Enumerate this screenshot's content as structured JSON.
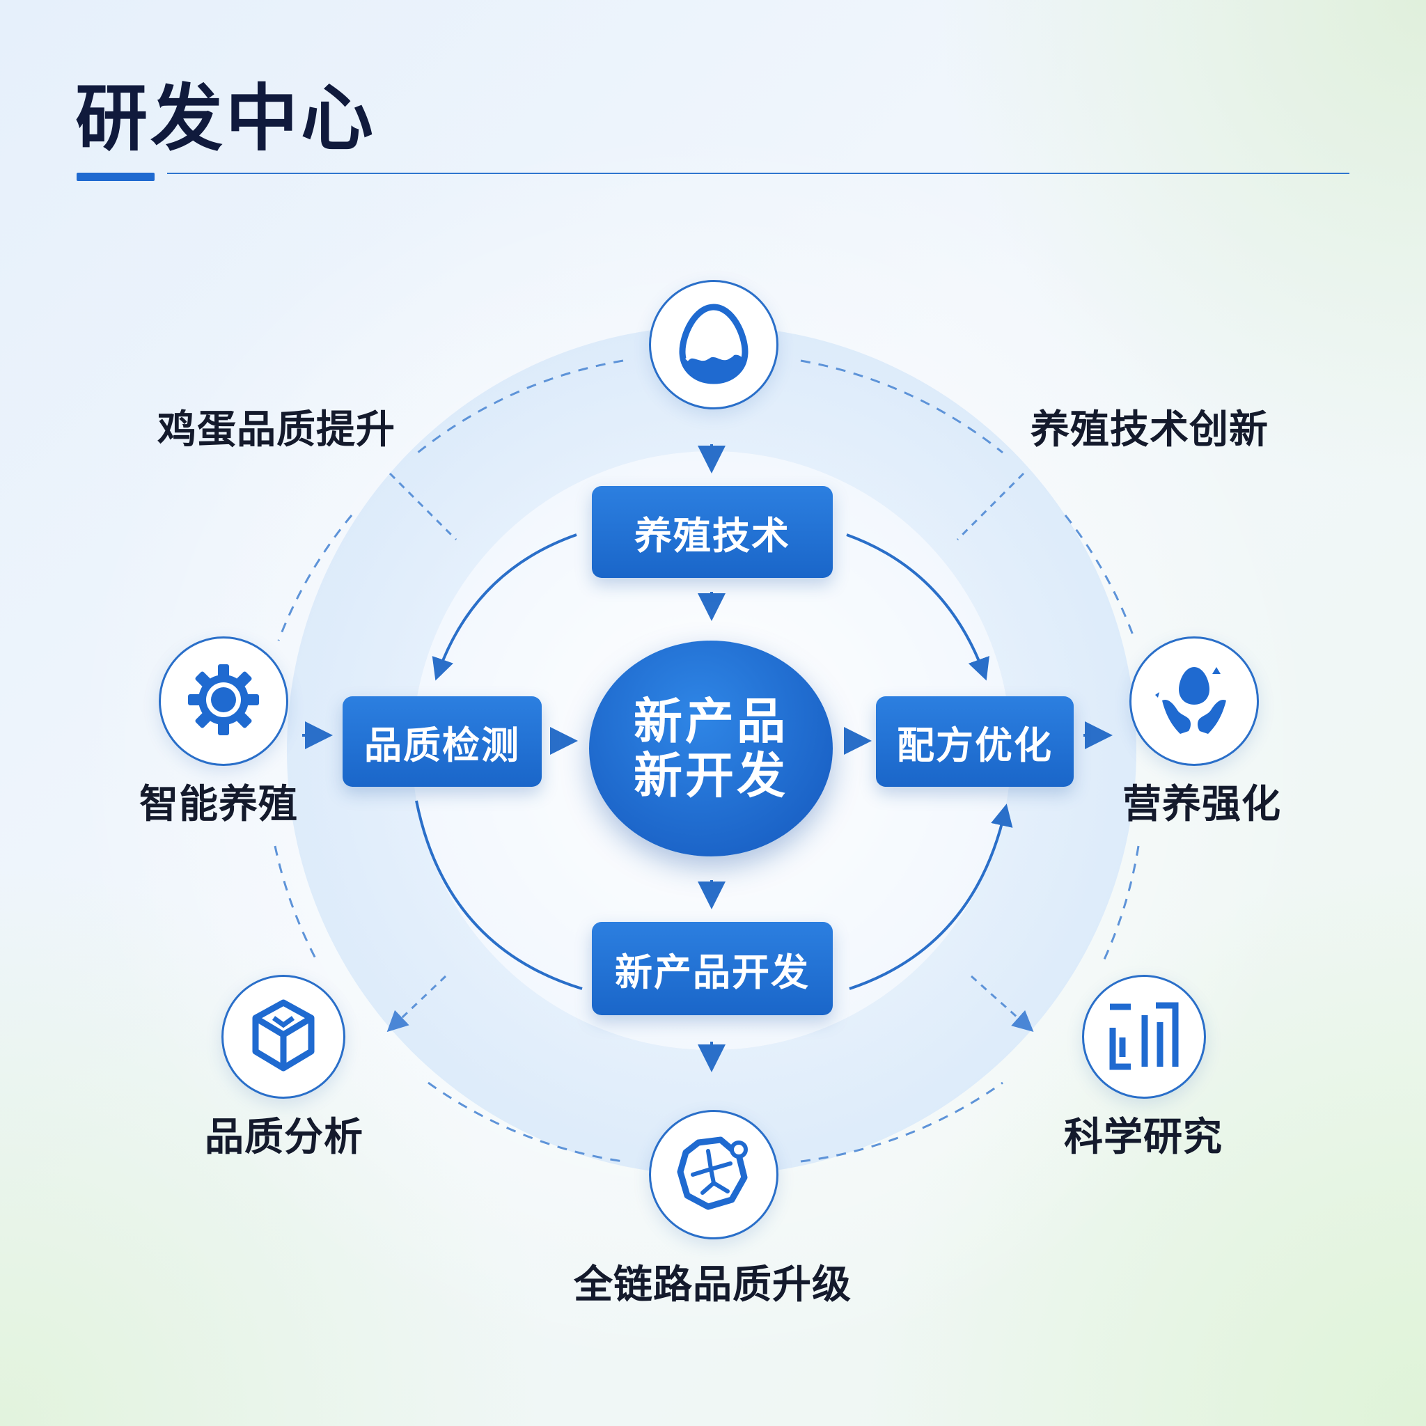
{
  "header": {
    "title": "研发中心"
  },
  "boxes": {
    "top": "养殖技术",
    "left": "品质检测",
    "right": "配方优化",
    "bottom": "新产品开发"
  },
  "center": {
    "line1": "新产品",
    "line2": "新开发"
  },
  "outer_labels": {
    "egg_quality": "鸡蛋品质提升",
    "breeding_innovation": "养殖技术创新",
    "smart_breeding": "智能养殖",
    "nutrition": "营养强化",
    "quality_analysis": "品质分析",
    "science_research": "科学研究",
    "full_chain": "全链路品质升级"
  },
  "icons": {
    "top": "egg-icon",
    "left": "gear-icon",
    "right": "hands-egg-icon",
    "bottom_left": "box-icon",
    "bottom_right": "research-icon",
    "bottom": "network-icon"
  },
  "colors": {
    "primary": "#1f6ad0",
    "dark_text": "#141a2c",
    "title": "#101a3c"
  }
}
